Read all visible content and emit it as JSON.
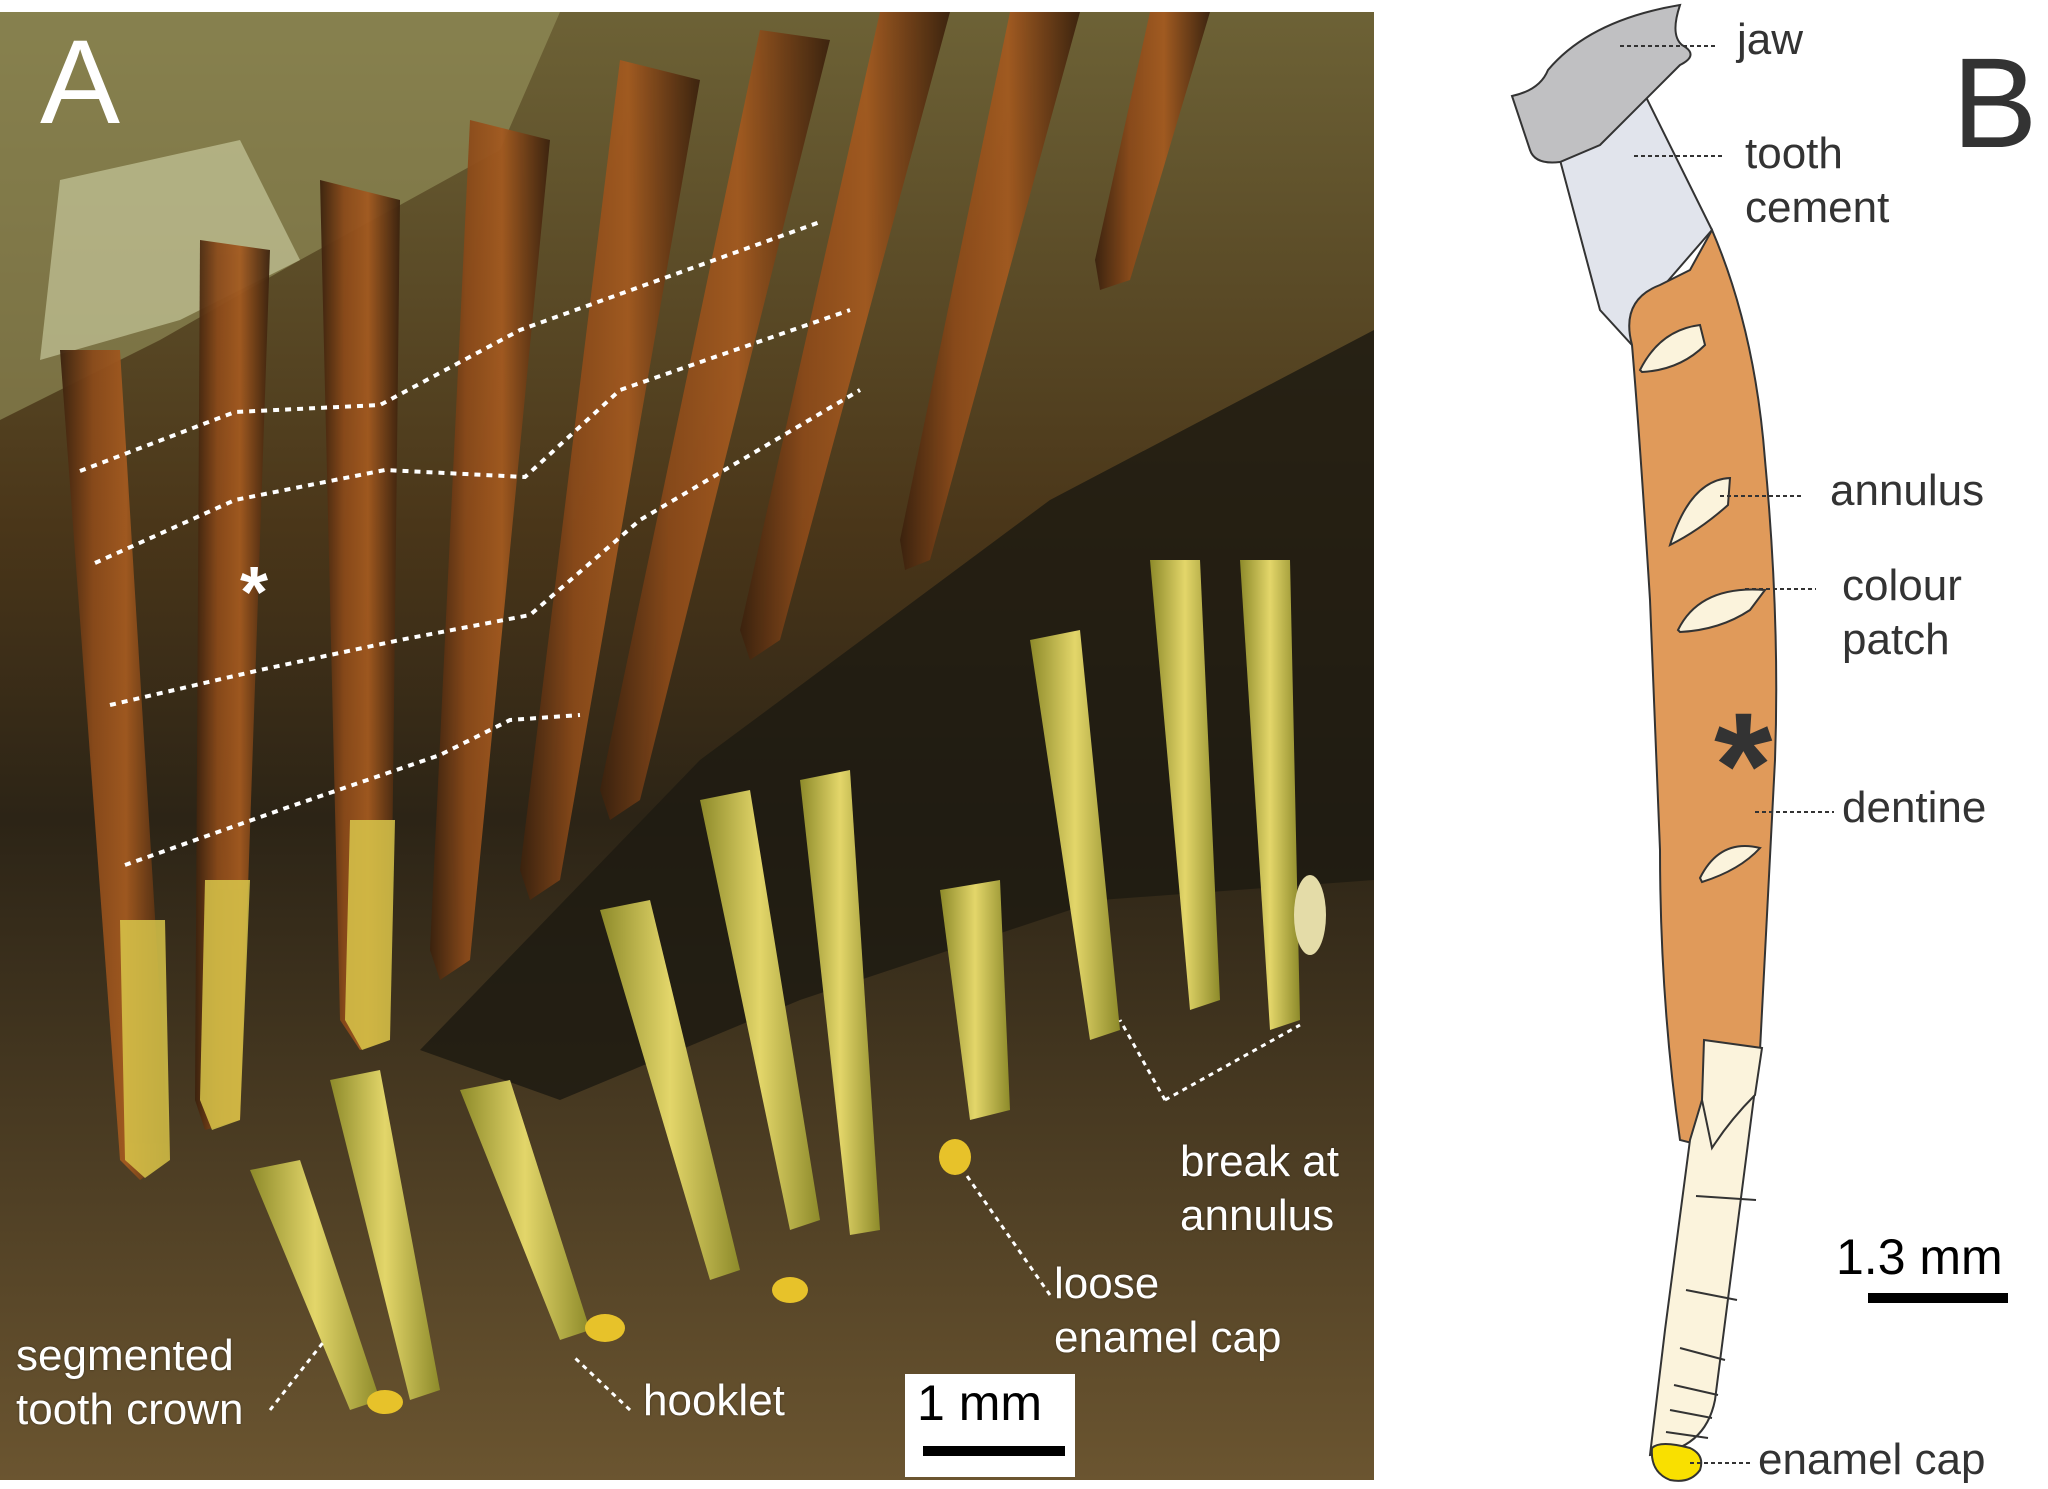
{
  "figure": {
    "panels": [
      {
        "id": "A",
        "letter": "A",
        "type": "photograph",
        "asterisk": "*",
        "labels": {
          "segmented_tooth_crown_line1": "segmented",
          "segmented_tooth_crown_line2": "tooth crown",
          "hooklet": "hooklet",
          "loose_enamel_cap_line1": "loose",
          "loose_enamel_cap_line2": "enamel cap",
          "break_at_annulus_line1": "break at",
          "break_at_annulus_line2": "annulus"
        },
        "scale_bar": "1 mm"
      },
      {
        "id": "B",
        "letter": "B",
        "type": "schematic",
        "asterisk": "*",
        "labels": {
          "jaw": "jaw",
          "tooth_cement_line1": "tooth",
          "tooth_cement_line2": "cement",
          "annulus": "annulus",
          "colour_patch_line1": "colour",
          "colour_patch_line2": "patch",
          "dentine": "dentine",
          "enamel_cap": "enamel cap"
        },
        "scale_bar": "1.3 mm",
        "colors": {
          "jaw": "#c0c0c2",
          "tooth_cement": "#e1e4ec",
          "dentine": "#e09a5a",
          "colour_patch": "#fbf3dc",
          "enamel_cap": "#f9e000",
          "outline": "#333333"
        }
      }
    ]
  }
}
